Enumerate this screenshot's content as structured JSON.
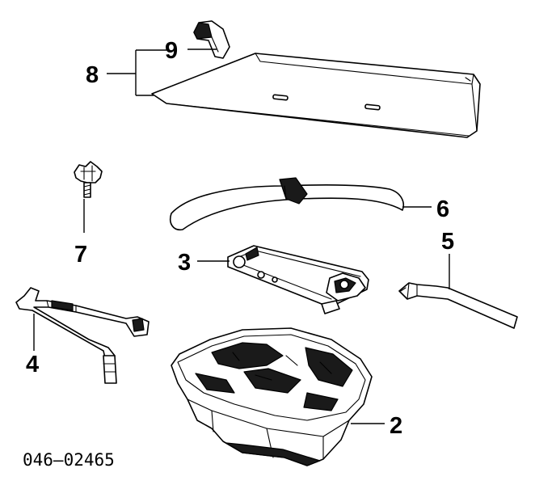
{
  "diagram": {
    "callouts": {
      "c2": "2",
      "c3": "3",
      "c4": "4",
      "c5": "5",
      "c6": "6",
      "c7": "7",
      "c8": "8",
      "c9": "9"
    },
    "part_number": "046–02465"
  }
}
